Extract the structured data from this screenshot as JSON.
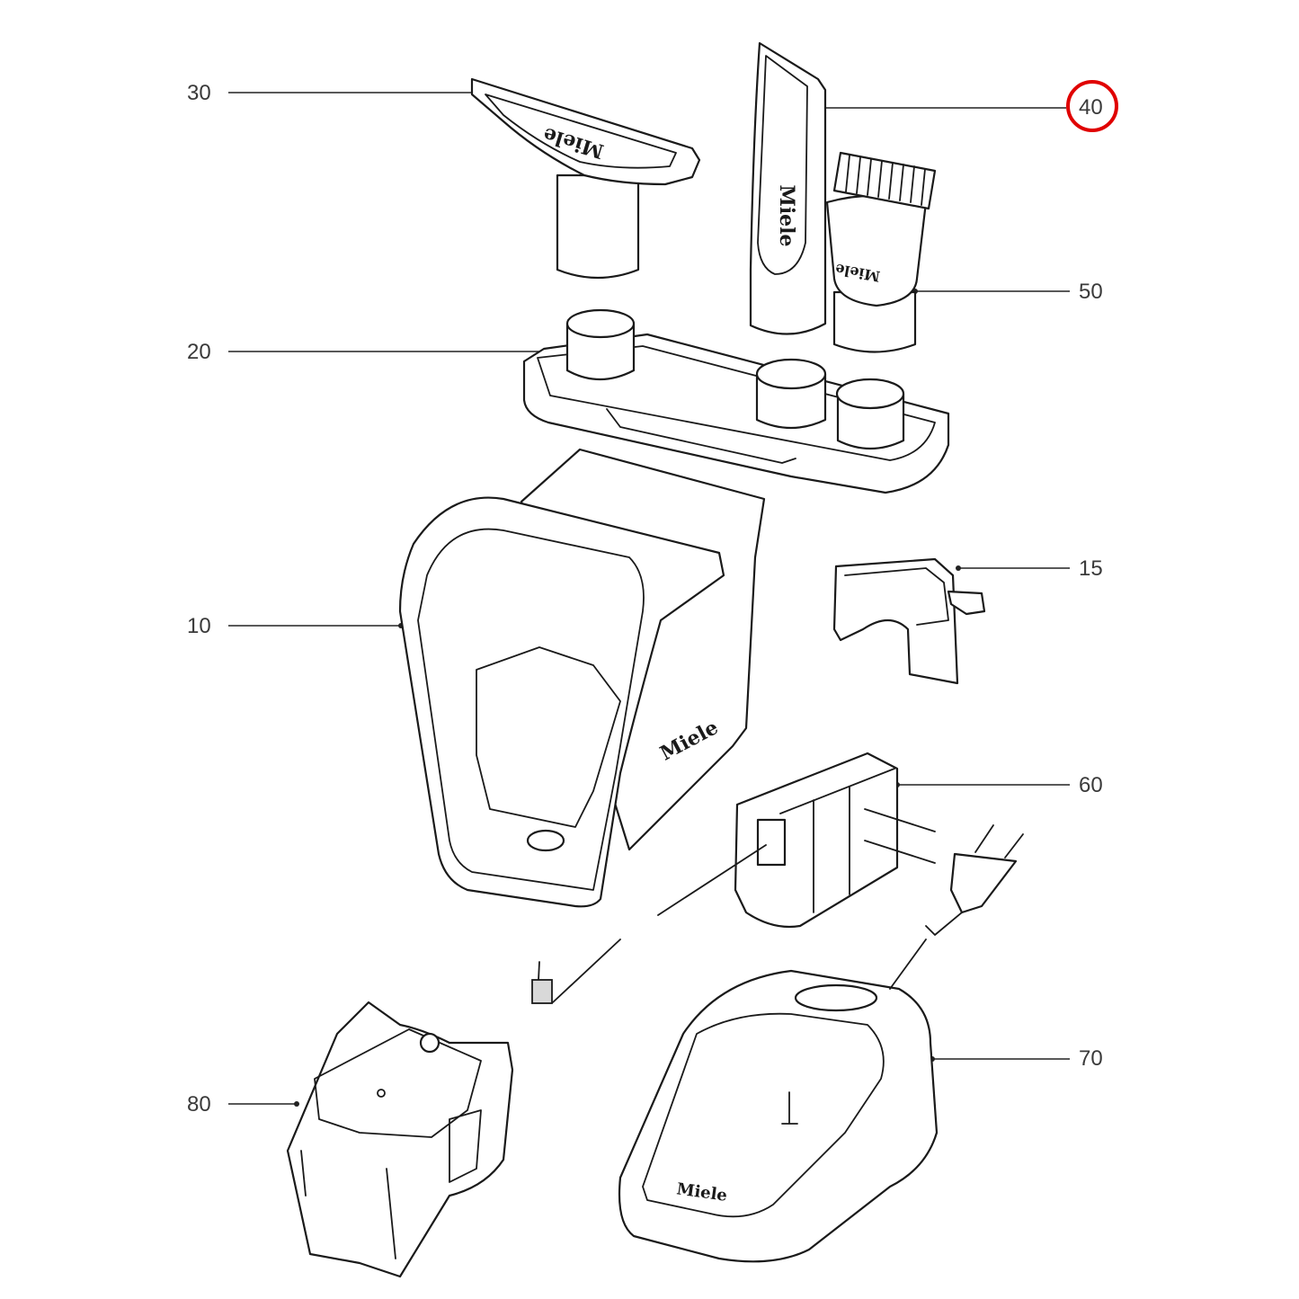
{
  "diagram": {
    "labels": {
      "p10": "10",
      "p15": "15",
      "p20": "20",
      "p30": "30",
      "p40": "40",
      "p50": "50",
      "p60": "60",
      "p70": "70",
      "p80": "80"
    },
    "highlighted_part": "40",
    "highlight_color": "#e00000",
    "brand_logo": "Miele"
  }
}
